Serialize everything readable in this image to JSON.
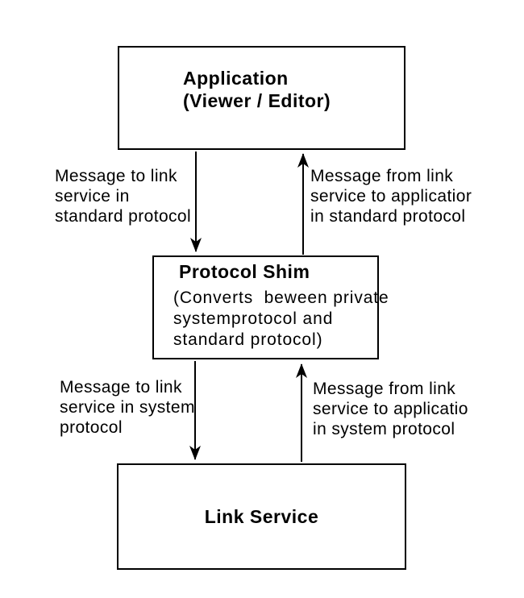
{
  "boxes": {
    "application": {
      "title": "Application\n(Viewer / Editor)"
    },
    "protocol_shim": {
      "title": "Protocol Shim",
      "description": "(Converts  beween private\nsystemprotocol and\nstandard protocol)"
    },
    "link_service": {
      "title": "Link Service"
    }
  },
  "labels": {
    "app_to_shim": "Message to link\nservice in\nstandard protocol",
    "shim_to_app": "Message from link\nservice to applicatior\nin standard protocol",
    "shim_to_link_service": "Message to link\nservice in system\nprotocol",
    "link_service_to_shim": "Message from link\nservice to applicatio\nin system protocol"
  },
  "colors": {
    "background": "#ffffff",
    "line": "#000000",
    "text": "#000000"
  }
}
